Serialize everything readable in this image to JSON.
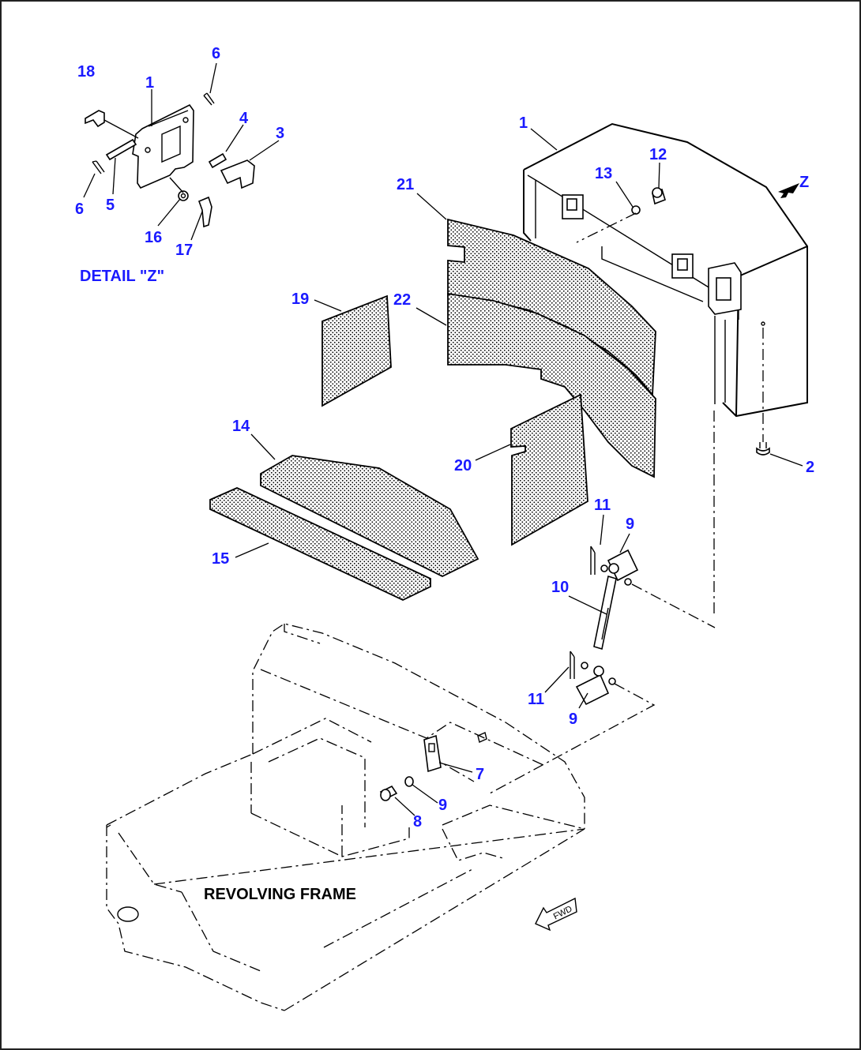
{
  "diagram": {
    "detail_caption": "DETAIL \"Z\"",
    "frame_caption": "REVOLVING FRAME",
    "fwd_label": "FWD",
    "view_arrow_label": "Z",
    "callouts": {
      "d_18": "18",
      "d_1": "1",
      "d_6a": "6",
      "d_4": "4",
      "d_3": "3",
      "d_6b": "6",
      "d_5": "5",
      "d_16": "16",
      "d_17": "17",
      "m_1": "1",
      "m_12": "12",
      "m_13": "13",
      "m_2": "2",
      "m_21": "21",
      "m_22": "22",
      "m_19": "19",
      "m_20": "20",
      "m_14": "14",
      "m_15": "15",
      "m_11a": "11",
      "m_9a": "9",
      "m_10": "10",
      "m_11b": "11",
      "m_9b": "9",
      "m_7": "7",
      "m_9c": "9",
      "m_8": "8"
    },
    "colors": {
      "callout": "#1a1aff",
      "line": "#000000",
      "background": "#ffffff"
    }
  }
}
